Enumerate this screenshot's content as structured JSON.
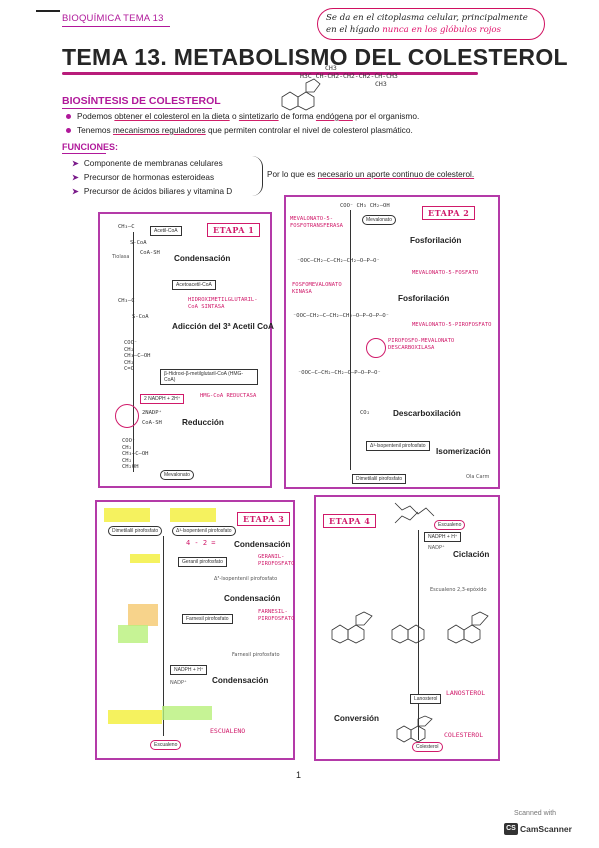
{
  "header": {
    "tag": "BIOQUÍMICA TEMA 13",
    "note_line1_a": "Se da en el citoplasma celular",
    "note_line1_b": ", principalmente",
    "note_line2_a": "en el hígado",
    "note_line2_b": "nunca en los glóbulos rojos"
  },
  "title": "TEMA 13. METABOLISMO DEL COLESTEROL",
  "structure_formula": {
    "line1": "CH3",
    "line2": "H3C CH-CH2-CH2-CH2-CH-CH3",
    "line3": "CH3"
  },
  "biosintesis": {
    "heading": "BIOSÍNTESIS DE COLESTEROL",
    "b1_pre": "Podemos ",
    "b1_u1": "obtener el colesterol en la dieta",
    "b1_mid": " o ",
    "b1_u2": "sintetizarlo",
    "b1_mid2": " de forma ",
    "b1_u3": "endógena",
    "b1_post": " por el organismo.",
    "b2_pre": "Tenemos ",
    "b2_u1": "mecanismos reguladores",
    "b2_post": " que permiten controlar el nivel de colesterol plasmático."
  },
  "funciones": {
    "heading": "FUNCIONES:",
    "items": [
      "Componente de membranas celulares",
      "Precursor de hormonas esteroideas",
      "Precursor de ácidos biliares y vitamina D"
    ],
    "conclusion_pre": "Por lo que es ",
    "conclusion_u": "necesario un aporte continuo de colesterol."
  },
  "etapa1": {
    "badge": "ETAPA 1",
    "step1": "Condensación",
    "step2": "Adicción del 3ª Acetil CoA",
    "step3": "Reducción",
    "acetyl": "Acetil-CoA",
    "acetoacetyl": "Acetoacetil-CoA",
    "hmg": "β-Hidroxi-β-metilglutaril-CoA (HMG-CoA)",
    "nadph": "2 NADPH + 2H⁺",
    "nadp": "2NADP⁺",
    "coash": "CoA-SH",
    "mevalonato": "Mevalonato",
    "hw1": "HIDROXIMETILGLUTARIL-CoA SINTASA",
    "hw2": "HMG-CoA REDUCTASA",
    "tiolasa": "Tiolasa"
  },
  "etapa2": {
    "badge": "ETAPA 2",
    "step1": "Fosforilación",
    "step2": "Fosforilación",
    "step3": "Descarboxilación",
    "step4": "Isomerización",
    "enz1": "MEVALONATO-5-FOSFOTRANSFERASA",
    "enz2": "FOSFOMEVALONATO KINASA",
    "enz3": "PIROFOSFO-MEVALONATO DESCARBOXILASA",
    "prod1": "MEVALONATO-5-FOSFATO",
    "prod2": "MEVALONATO-5-PIROFOSFATO",
    "mevalonato": "Mevalonato",
    "co2": "CO₂",
    "ipp": "Δ³-Isopentenil pirofosfato",
    "dmapp": "Dimetilalil pirofosfato",
    "credit": "Ola Carm"
  },
  "etapa3": {
    "badge": "ETAPA 3",
    "step1": "Condensación",
    "step2": "Condensación",
    "step3": "Condensación",
    "num": "4 - 2 =",
    "geranil": "GERANIL-PIROFOSFATO",
    "farnesil": "FARNESIL-PIROFOSFATO",
    "escualeno": "ESCUALENO",
    "dmapp": "Dimetilalil pirofosfato",
    "ipp": "Δ³-Isopentenil pirofosfato",
    "farnesyl_pp": "Farnesil pirofosfato",
    "squalene": "Escualeno",
    "nadph": "NADPH + H⁺",
    "nadp": "NADP⁺"
  },
  "etapa4": {
    "badge": "ETAPA 4",
    "step1": "Ciclación",
    "step2": "Conversión",
    "escualeno": "Escualeno",
    "epoxide": "Escualeno 2,3-epóxido",
    "lanosterol_hw": "LANOSTEROL",
    "lanosterol": "Lanosterol",
    "colesterol_hw": "COLESTEROL",
    "colesterol": "Colesterol",
    "nadph": "NADPH + H⁺",
    "nadp": "NADP⁺"
  },
  "page_number": "1",
  "scanner": {
    "line1": "Scanned with",
    "badge": "CS",
    "name": "CamScanner"
  }
}
